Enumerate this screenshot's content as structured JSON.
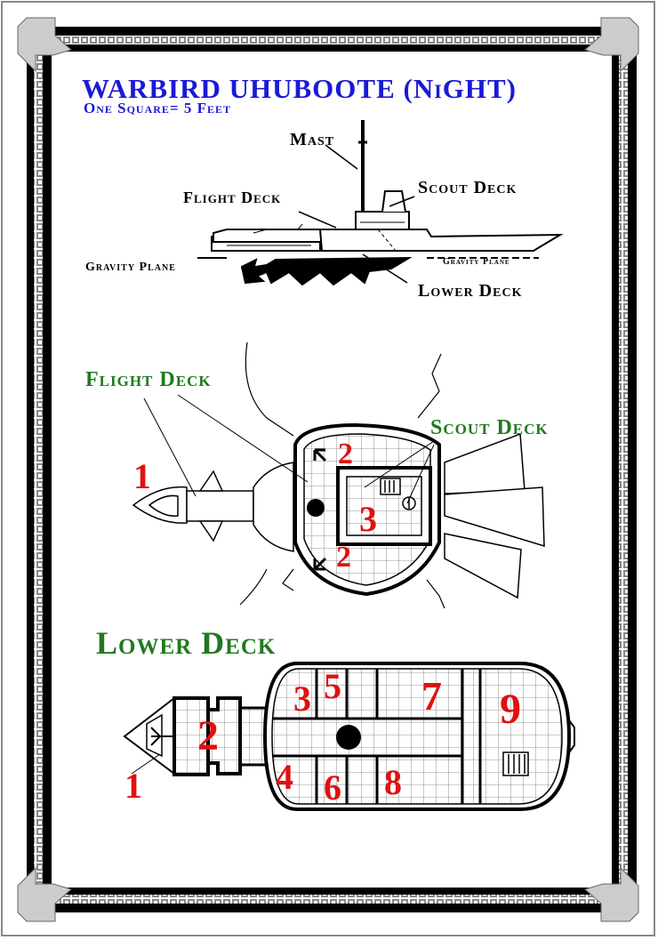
{
  "title": "WARBIRD UHUBOOTE (NiGHT)",
  "scale": "One Square= 5 Feet",
  "profile_labels": {
    "mast": "Mast",
    "flight_deck": "Flight Deck",
    "scout_deck": "Scout Deck",
    "gravity_plane_left": "Gravity Plane",
    "gravity_plane_right": "Gravity Plane",
    "lower_deck": "Lower Deck"
  },
  "upper_plan": {
    "flight_deck_label": "Flight Deck",
    "scout_deck_label": "Scout Deck",
    "numbers": {
      "n1": "1",
      "n2a": "2",
      "n3": "3",
      "n2b": "2"
    }
  },
  "lower_plan": {
    "heading": "Lower Deck",
    "numbers": {
      "n1": "1",
      "n2": "2",
      "n3": "3",
      "n4": "4",
      "n5": "5",
      "n6": "6",
      "n7": "7",
      "n8": "8",
      "n9": "9"
    }
  },
  "colors": {
    "title": "#1a1ad6",
    "section_label": "#1f7a1f",
    "room_number": "#e01010",
    "frame": "#000000"
  }
}
